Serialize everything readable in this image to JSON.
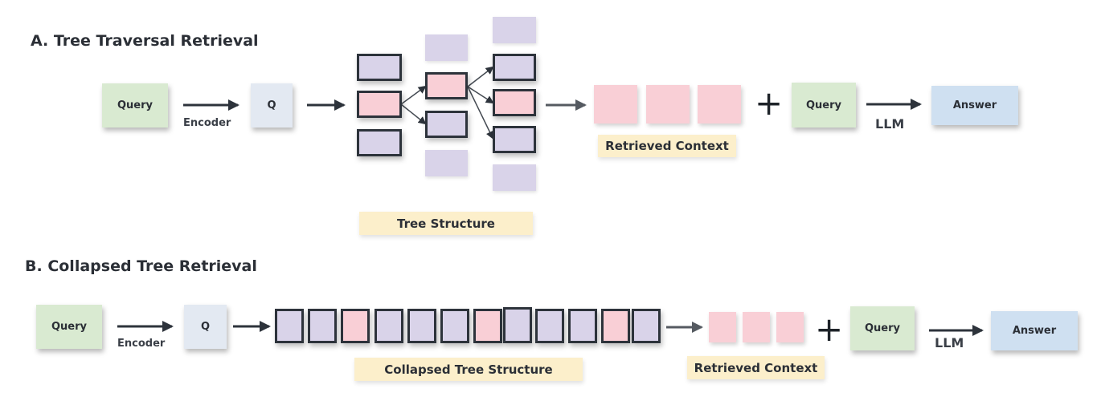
{
  "section_a": {
    "title": "A.  Tree Traversal Retrieval",
    "query_label": "Query",
    "encoder_label": "Encoder",
    "q_label": "Q",
    "tree_caption": "Tree Structure",
    "context_caption": "Retrieved Context",
    "plus_sign": "+",
    "query2_label": "Query",
    "llm_label": "LLM",
    "answer_label": "Answer"
  },
  "section_b": {
    "title": "B. Collapsed Tree Retrieval",
    "query_label": "Query",
    "encoder_label": "Encoder",
    "q_label": "Q",
    "tree_caption": "Collapsed Tree Structure",
    "context_caption": "Retrieved Context",
    "plus_sign": "+",
    "query2_label": "Query",
    "llm_label": "LLM",
    "answer_label": "Answer"
  },
  "colors": {
    "query": "#d9ead1",
    "q_box": "#e3e9f2",
    "answer": "#cfe0f1",
    "node": "#d9d3e9",
    "retrieved": "#f9cfd6",
    "caption": "#fcefcb"
  }
}
